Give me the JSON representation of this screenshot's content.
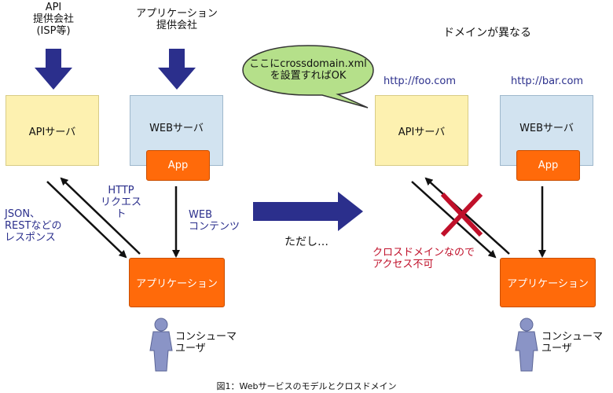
{
  "left": {
    "api_provider": [
      "API",
      "提供会社",
      "(ISP等)"
    ],
    "app_provider": [
      "アプリケーション",
      "提供会社"
    ],
    "api_server": "APIサーバ",
    "web_server": "WEBサーバ",
    "app": "App",
    "application": "アプリケーション",
    "http_request": [
      "HTTP",
      "リクエスト"
    ],
    "json_response": [
      "JSON、",
      "RESTなどの",
      "レスポンス"
    ],
    "web_contents": [
      "WEB",
      "コンテンツ"
    ],
    "consumer": [
      "コンシューマ",
      "ユーザ"
    ]
  },
  "middle": {
    "however": "ただし…"
  },
  "right": {
    "different_domain": "ドメインが異なる",
    "bubble": [
      "ここにcrossdomain.xml",
      "を設置すればOK"
    ],
    "url_foo": "http://foo.com",
    "url_bar": "http://bar.com",
    "api_server": "APIサーバ",
    "web_server": "WEBサーバ",
    "app": "App",
    "application": "アプリケーション",
    "no_access": [
      "クロスドメインなので",
      "アクセス不可"
    ],
    "consumer": [
      "コンシューマ",
      "ユーザ"
    ]
  },
  "caption": "図1：Webサービスのモデルとクロスドメイン",
  "colors": {
    "api_fill": "#fdf1b0",
    "web_fill": "#d2e3f0",
    "app_fill": "#ff6a0a",
    "arrow_navy": "#2b2f8c",
    "bubble_fill": "#b5e08a",
    "cross_red": "#c0102a"
  }
}
